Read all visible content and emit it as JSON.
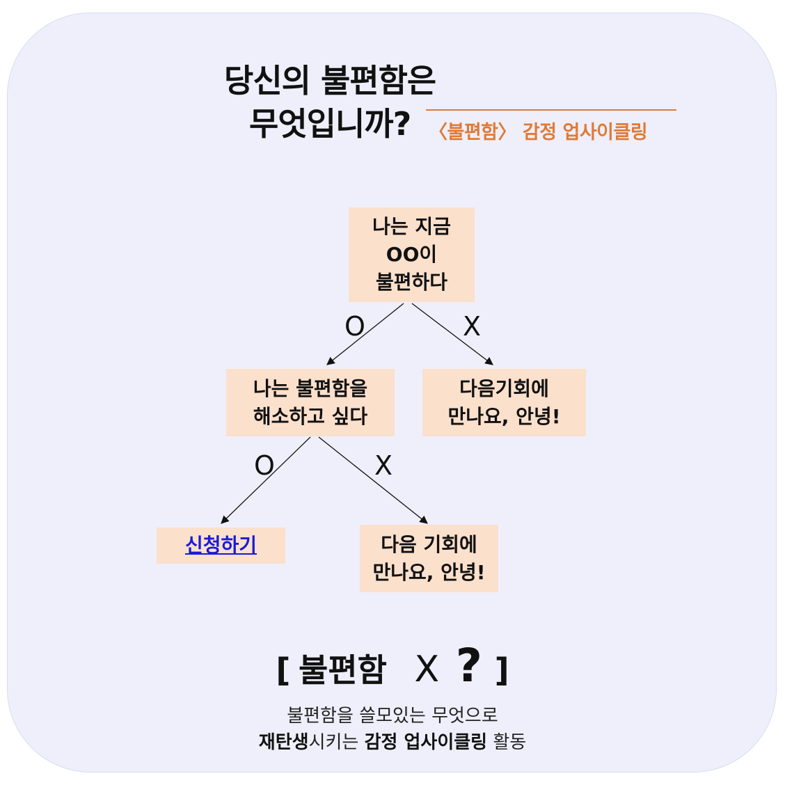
{
  "title": {
    "line1": "당신의 불편함은",
    "line2": "무엇입니까?",
    "subtitle": "〈불편함〉 감정 업사이클링"
  },
  "flow": {
    "root": "나는 지금\nOO이\n불편하다",
    "root_yes": "O",
    "root_no": "X",
    "resolve": "나는 불편함을\n해소하고 싶다",
    "goodbye_1": "다음기회에\n만나요, 안녕!",
    "resolve_yes": "O",
    "resolve_no": "X",
    "apply_link": "신청하기",
    "goodbye_2": "다음 기회에\n만나요, 안녕!"
  },
  "footer": {
    "bracket_open": "[",
    "word": "불편함",
    "times": "X",
    "question": "?",
    "bracket_close": "]",
    "desc_line1": "불편함을 쓸모있는 무엇으로",
    "desc_line2_bold1": "재탄생",
    "desc_line2_text1": "시키는 ",
    "desc_line2_bold2": "감정 업사이클링",
    "desc_line2_text2": " 활동"
  }
}
